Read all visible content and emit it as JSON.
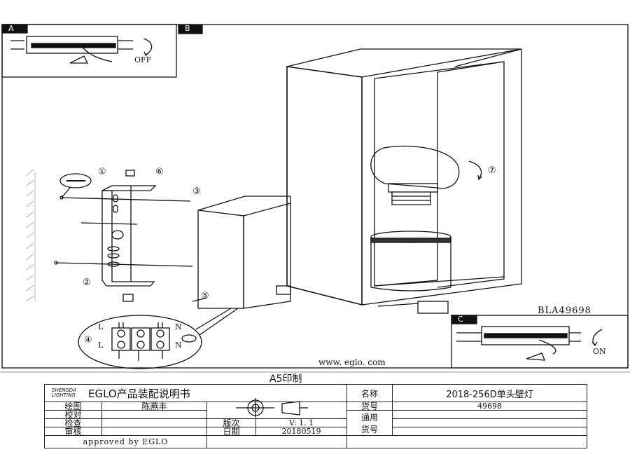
{
  "panels": {
    "a_label": "A",
    "a_action": "OFF",
    "b_label": "B",
    "c_label": "C",
    "c_action": "ON"
  },
  "callouts": [
    "①",
    "②",
    "③",
    "④",
    "⑤",
    "⑥",
    "⑦"
  ],
  "terminal": {
    "labels_left": [
      "L",
      "L"
    ],
    "labels_right": [
      "N",
      "N"
    ]
  },
  "model_code": "BLA49698",
  "website": "www. eglo. com",
  "print_size": "A5印制",
  "title_block": {
    "logo_text": "SHENGDA LIGHTING",
    "title": "EGLO产品装配说明书",
    "name_label": "名称",
    "name_value": "2018-256D单头壁灯",
    "drawn_label": "绘图",
    "drawn_value": "陈燕丰",
    "checked_label": "校对",
    "inspect_label": "检查",
    "review_label": "审核",
    "version_label": "版次",
    "version_value": "V: 1. 1",
    "date_label": "日期",
    "date_value": "20180519",
    "item_label": "货号",
    "item_value": "49698",
    "general_item_label": "通用货号",
    "approved": "approved by EGLO"
  }
}
